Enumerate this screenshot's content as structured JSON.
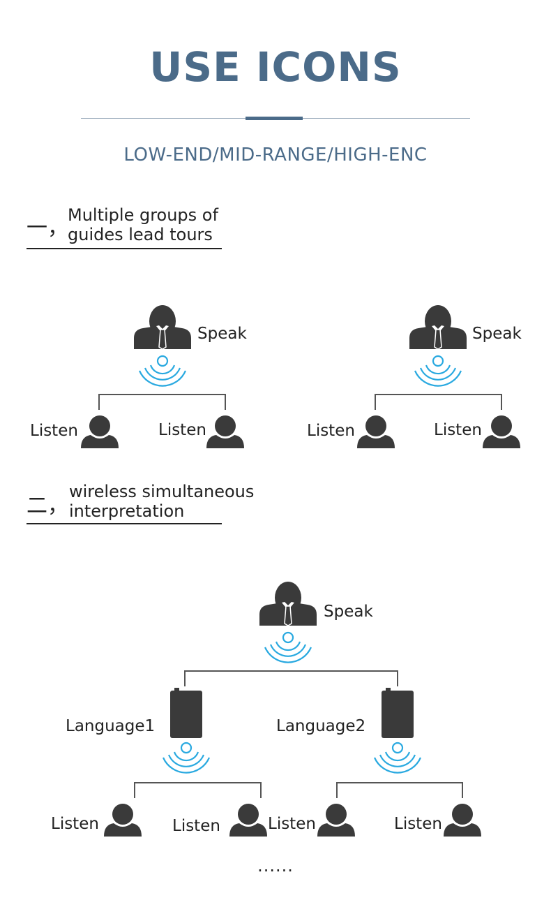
{
  "header": {
    "title": "USE ICONS",
    "subtitle": "LOW-END/MID-RANGE/HIGH-ENC"
  },
  "section1": {
    "mark": "一，",
    "line1": "Multiple groups of",
    "line2": "guides lead tours",
    "speak_label": "Speak",
    "listen_label": "Listen"
  },
  "section2": {
    "mark": "二，",
    "line1": "wireless simultaneous",
    "line2": "interpretation",
    "speak_label": "Speak",
    "language1": "Language1",
    "language2": "Language2",
    "listen_label": "Listen"
  },
  "footer": {
    "ellipsis": "......"
  },
  "colors": {
    "accent": "#4b6b89",
    "icon": "#3a3a3a",
    "signal": "#29a9e0",
    "line": "#555555"
  },
  "icons": [
    "speaker-person-icon",
    "listener-person-icon",
    "signal-wave-icon",
    "receiver-device-icon"
  ]
}
